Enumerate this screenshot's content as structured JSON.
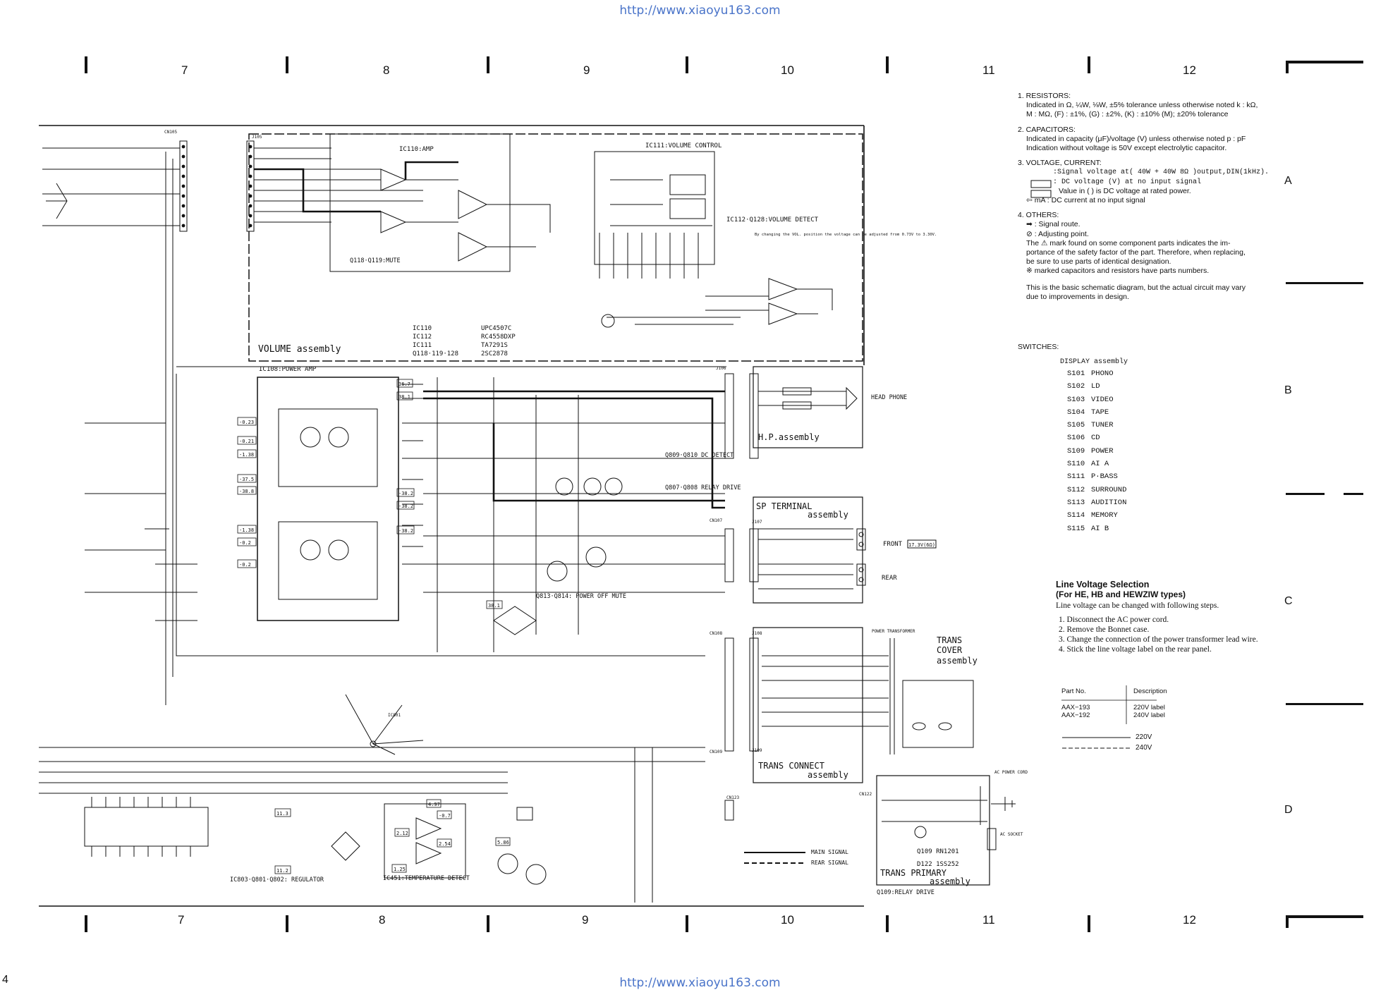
{
  "header": {
    "url_top": "http://www.xiaoyu163.com",
    "url_bottom": "http://www.xiaoyu163.com",
    "page_number": "4"
  },
  "grid": {
    "columns_top": [
      "7",
      "8",
      "9",
      "10",
      "11",
      "12"
    ],
    "columns_bottom": [
      "7",
      "8",
      "9",
      "10",
      "11",
      "12"
    ],
    "rows": [
      "A",
      "B",
      "C",
      "D"
    ]
  },
  "notes": {
    "resistors_title": "1. RESISTORS:",
    "resistors_l1": "Indicated in Ω, ¼W, ⅛W, ±5% tolerance unless otherwise noted k : kΩ,",
    "resistors_l2": "M : MΩ, (F) : ±1%, (G) : ±2%, (K) : ±10% (M); ±20% tolerance",
    "capacitors_title": "2. CAPACITORS:",
    "capacitors_l1": "Indicated in capacity (μF)/voltage (V) unless otherwise noted p : pF",
    "capacitors_l2": "Indication without voltage is 50V except electrolytic capacitor.",
    "voltage_title": "3. VOLTAGE, CURRENT:",
    "voltage_l1": ":Signal voltage at( 40W + 40W 8Ω )output,DIN(1kHz).",
    "voltage_l2": ": DC voltage (V) at no input signal",
    "voltage_l3": "Value in (     ) is DC voltage at rated power.",
    "voltage_l4": "⇦ mA : DC current at no input signal",
    "others_title": "4. OTHERS:",
    "others_l1": "➡ : Signal route.",
    "others_l2": "⊘ : Adjusting point.",
    "others_l3": "The ⚠ mark found on some component parts indicates the im-",
    "others_l4": "portance of the safety factor of the part. Therefore, when replacing,",
    "others_l5": "be sure to use parts of identical designation.",
    "others_l6": "※ marked capacitors and resistors have parts numbers.",
    "basic_l1": "This is the basic schematic diagram, but the actual circuit may vary",
    "basic_l2": "due to improvements in design."
  },
  "switches": {
    "title": "SWITCHES:",
    "group": "DISPLAY assembly",
    "items": [
      {
        "ref": "S101",
        "name": "PHONO"
      },
      {
        "ref": "S102",
        "name": "LD"
      },
      {
        "ref": "S103",
        "name": "VIDEO"
      },
      {
        "ref": "S104",
        "name": "TAPE"
      },
      {
        "ref": "S105",
        "name": "TUNER"
      },
      {
        "ref": "S106",
        "name": "CD"
      },
      {
        "ref": "S109",
        "name": "POWER"
      },
      {
        "ref": "S110",
        "name": "AI A"
      },
      {
        "ref": "S111",
        "name": "P·BASS"
      },
      {
        "ref": "S112",
        "name": "SURROUND"
      },
      {
        "ref": "S113",
        "name": "AUDITION"
      },
      {
        "ref": "S114",
        "name": "MEMORY"
      },
      {
        "ref": "S115",
        "name": "AI B"
      }
    ]
  },
  "line_voltage": {
    "title": "Line Voltage Selection",
    "subtitle": "(For HE, HB and HEWZIW types)",
    "intro": "Line voltage can be changed with following steps.",
    "steps": [
      "1. Disconnect the AC power cord.",
      "2. Remove the Bonnet case.",
      "3. Change the connection of the power transformer lead wire.",
      "4. Stick the line voltage label on the rear panel."
    ],
    "table_header": [
      "Part No.",
      "Description"
    ],
    "table_rows": [
      [
        "AAX−193",
        "220V label"
      ],
      [
        "AAX−192",
        "240V label"
      ]
    ],
    "legend_220": "220V",
    "legend_240": "240V"
  },
  "schematic": {
    "volume_assembly": "VOLUME assembly",
    "ic110_amp": "IC110:AMP",
    "ic111_volume_control": "IC111:VOLUME CONTROL",
    "ic112_volume_detect": "IC112·Q128:VOLUME DETECT",
    "q118_mute": "Q118·Q119:MUTE",
    "vol_note": "By changing the VOL. position the voltage can be adjusted from 0.73V to 3.30V.",
    "ic_list": [
      {
        "ref": "IC110",
        "part": "UPC4507C"
      },
      {
        "ref": "IC112",
        "part": "RC4558DXP"
      },
      {
        "ref": "IC111",
        "part": "TA7291S"
      },
      {
        "ref": "Q118·119·128",
        "part": "2SC2878"
      }
    ],
    "ic108_power_amp": "IC108:POWER AMP",
    "hp_assembly": "H.P.assembly",
    "head_phone": "HEAD PHONE",
    "dc_detect": "Q809·Q810 DC DETECT",
    "relay_drive_q807": "Q807·Q808 RELAY DRIVE",
    "sp_terminal_1": "SP TERMINAL",
    "sp_terminal_2": "assembly",
    "front": "FRONT",
    "rear": "REAR",
    "front_level": "17.3V(6Ω)",
    "power_off_mute": "Q813·Q814: POWER OFF MUTE",
    "trans_cover_1": "TRANS",
    "trans_cover_2": "COVER",
    "trans_cover_3": "assembly",
    "power_transformer": "POWER TRANSFORMER",
    "trans_connect_1": "TRANS CONNECT",
    "trans_connect_2": "assembly",
    "trans_primary_1": "TRANS PRIMARY",
    "trans_primary_2": "assembly",
    "q109_part": "Q109  RN1201",
    "d122_part": "D122  1SS252",
    "q109_relay_drive": "Q109:RELAY DRIVE",
    "ac_power_cord": "AC POWER CORD",
    "ac_socket": "AC SOCKET",
    "regulator": "IC803·Q801·Q802: REGULATOR",
    "temp_detect": "IC451:TEMPERATURE DETECT",
    "main_signal": "MAIN SIGNAL",
    "rear_signal": "REAR SIGNAL",
    "j105": "J105",
    "j106": "J106",
    "j107": "J107",
    "j108": "J108",
    "j109": "J109",
    "ic801": "IC801",
    "cn105": "CN105",
    "cn107": "CN107",
    "cn108": "CN108",
    "cn109": "CN109",
    "cn122": "CN122",
    "cn123": "CN123",
    "v_labels": [
      "36.7",
      "38.1",
      "-0.23",
      "-0.21",
      "-1.38",
      "-37.5",
      "-38.8",
      "-1.38",
      "-0.2",
      "-0.2",
      "-38.2",
      "-38.2",
      "-38.2",
      "11.3",
      "11.2",
      "4.97",
      "2.12",
      "2.54",
      "1.25",
      "-0.7",
      "5.86",
      "38.1"
    ]
  }
}
